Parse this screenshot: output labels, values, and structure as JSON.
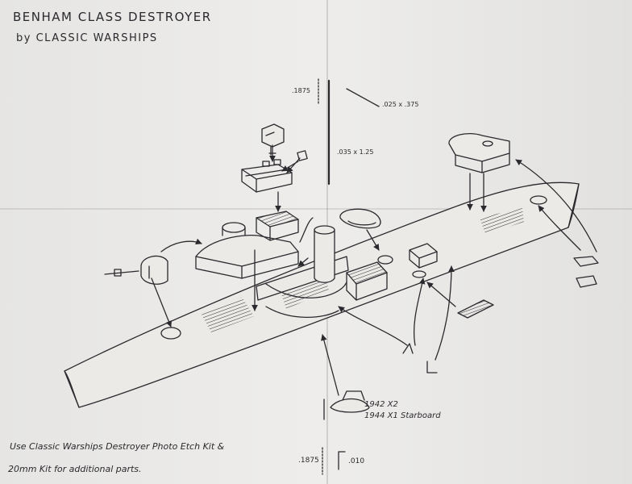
{
  "title_line1": "BENHAM CLASS DESTROYER",
  "title_line2": "by CLASSIC WARSHIPS",
  "dims": {
    "mast_height": ".1875",
    "yard": ".025 x .375",
    "mast": ".035 x 1.25",
    "rail_height": ".1875",
    "rail_width": ".010"
  },
  "boat_note_line1": "1942 X2",
  "boat_note_line2": "1944 X1 Starboard",
  "footer_line1": "Use Classic Warships Destroyer Photo Etch Kit &",
  "footer_line2": "20mm Kit for additional parts.",
  "colors": {
    "ink": "#2a2a2e",
    "paper": "#e9e8e6"
  }
}
